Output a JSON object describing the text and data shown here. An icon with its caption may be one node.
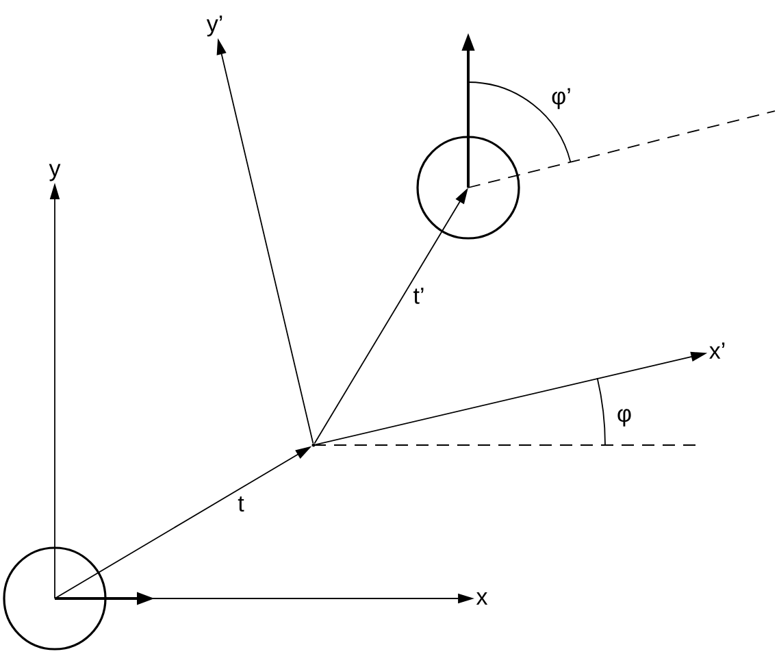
{
  "diagram": {
    "nodes": [
      {
        "text": [],
        "shape": "circle"
      },
      {
        "text": [
          "x"
        ]
      },
      {
        "text": [
          "y"
        ]
      },
      {
        "text": [],
        "shape": "point"
      },
      {
        "text": [
          "x’"
        ]
      },
      {
        "text": [
          "y’"
        ]
      },
      {
        "text": [],
        "shape": "circle"
      }
    ],
    "edges": [
      {
        "from": 0,
        "to": 1,
        "arrow": "to"
      },
      {
        "from": 0,
        "to": 2,
        "arrow": "to"
      },
      {
        "from": 0,
        "to": 3,
        "arrow": "to",
        "label": "t"
      },
      {
        "from": 3,
        "to": 4,
        "arrow": "to"
      },
      {
        "from": 3,
        "to": 5,
        "arrow": "to"
      },
      {
        "from": 3,
        "to": 6,
        "arrow": "to",
        "label": "t’"
      }
    ],
    "labels": [
      "φ’",
      "φ"
    ]
  }
}
